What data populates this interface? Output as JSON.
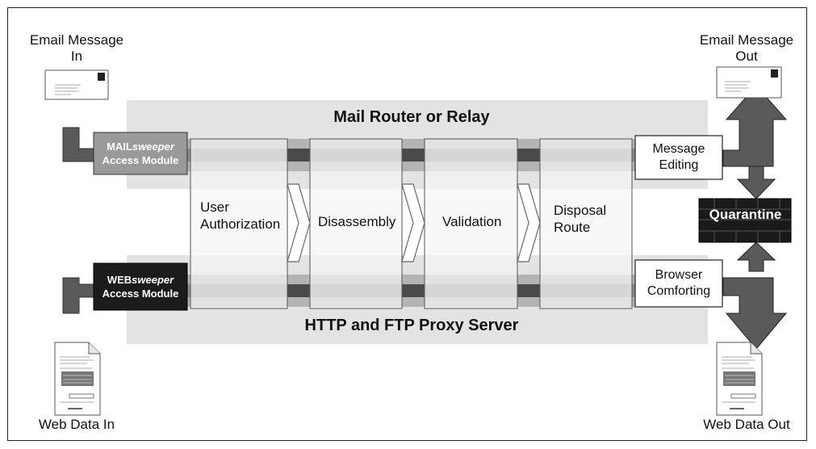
{
  "top_left_label": {
    "line1": "Email Message",
    "line2": "In"
  },
  "top_right_label": {
    "line1": "Email Message",
    "line2": "Out"
  },
  "bottom_left_label": "Web Data In",
  "bottom_right_label": "Web Data Out",
  "mail_band_title": "Mail Router or Relay",
  "proxy_band_title": "HTTP and FTP Proxy Server",
  "mail_module": {
    "prefix": "MAIL",
    "italic": "sweeper",
    "line2": "Access Module"
  },
  "web_module": {
    "prefix": "WEB",
    "italic": "sweeper",
    "line2": "Access Module"
  },
  "stages": [
    {
      "line1": "User",
      "line2": "Authorization"
    },
    {
      "line1": "Disassembly",
      "line2": ""
    },
    {
      "line1": "Validation",
      "line2": ""
    },
    {
      "line1": "Disposal",
      "line2": "Route"
    }
  ],
  "message_editing": {
    "line1": "Message",
    "line2": "Editing"
  },
  "browser_comforting": {
    "line1": "Browser",
    "line2": "Comforting"
  },
  "quarantine_label": "Quarantine",
  "colors": {
    "band": "#e1e1e1",
    "pipe": "#a8a8a8",
    "pipe_dark": "#4a4a4a",
    "arrow": "#5a5a5a",
    "dark_box": "#1a1a1a"
  }
}
